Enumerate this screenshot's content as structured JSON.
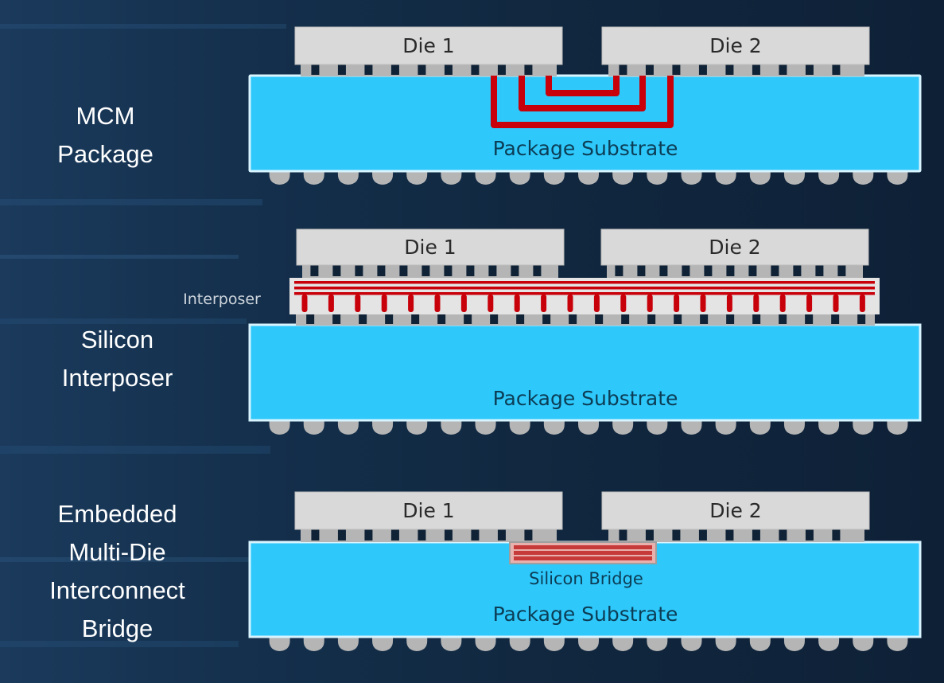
{
  "colors": {
    "background": "#14304d",
    "substrate": "#2ec8fb",
    "substrate_edge": "#d8f4ff",
    "die": "#d9d9d9",
    "bump": "#b5b5b5",
    "bump_gap": "#0f2236",
    "trace": "#c8000a",
    "interposer": "#e4e4e4",
    "bridge": "#c73a3a",
    "side_label": "#ffffff"
  },
  "sections": [
    {
      "id": "mcm",
      "title_lines": [
        "MCM",
        "Package"
      ],
      "dies": [
        "Die 1",
        "Die 2"
      ],
      "substrate_label": "Package Substrate",
      "interconnect": "substrate-traces",
      "trace_count": 3
    },
    {
      "id": "interposer",
      "title_lines": [
        "Silicon",
        "Interposer"
      ],
      "dies": [
        "Die 1",
        "Die 2"
      ],
      "substrate_label": "Package Substrate",
      "interconnect": "interposer",
      "interposer_label": "Interposer",
      "trace_count": 3
    },
    {
      "id": "emib",
      "title_lines": [
        "Embedded",
        "Multi-Die",
        "Interconnect",
        "Bridge"
      ],
      "dies": [
        "Die 1",
        "Die 2"
      ],
      "substrate_label": "Package Substrate",
      "interconnect": "bridge",
      "bridge_label": "Silicon Bridge",
      "trace_count": 3
    }
  ]
}
